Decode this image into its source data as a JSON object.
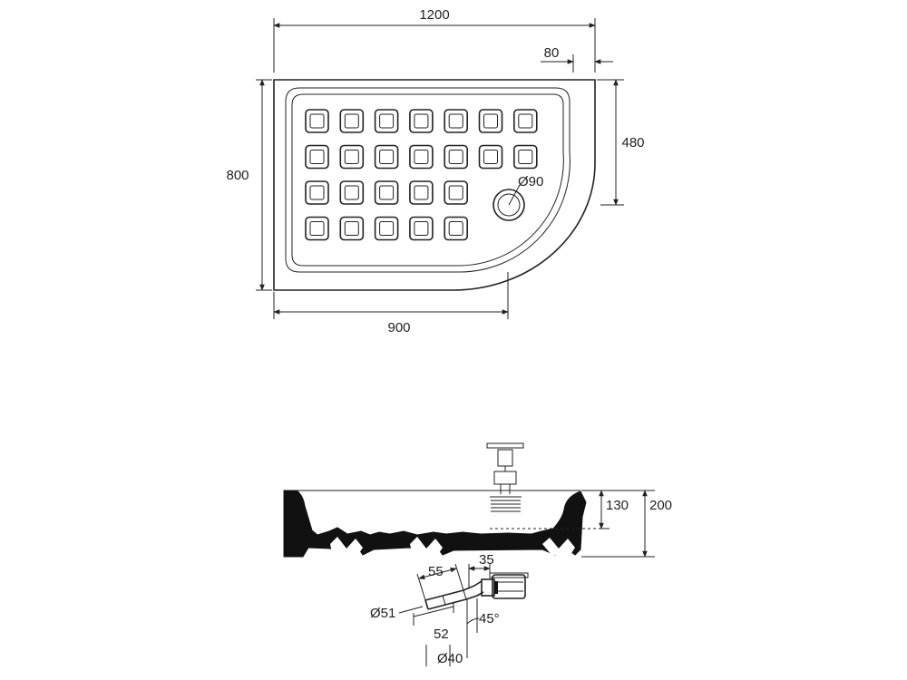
{
  "plan_view": {
    "dimensions": {
      "overall_width": "1200",
      "flat_depth": "900",
      "overall_depth": "800",
      "straight_side": "480",
      "offset": "80",
      "drain_diameter": "Ø90"
    },
    "anti_slip_grid": {
      "row_counts": [
        7,
        7,
        5,
        5
      ]
    }
  },
  "section_view": {
    "dimensions": {
      "inner_height": "130",
      "total_height": "200"
    }
  },
  "waste_fitting": {
    "dimensions": {
      "pipe_length_top": "55",
      "collar_width": "35",
      "outer_diameter": "Ø51",
      "pipe_length_bottom": "52",
      "inner_diameter": "Ø40",
      "angle": "45°"
    }
  },
  "colors": {
    "line": "#222222",
    "fill": "#111111",
    "background": "#ffffff"
  }
}
